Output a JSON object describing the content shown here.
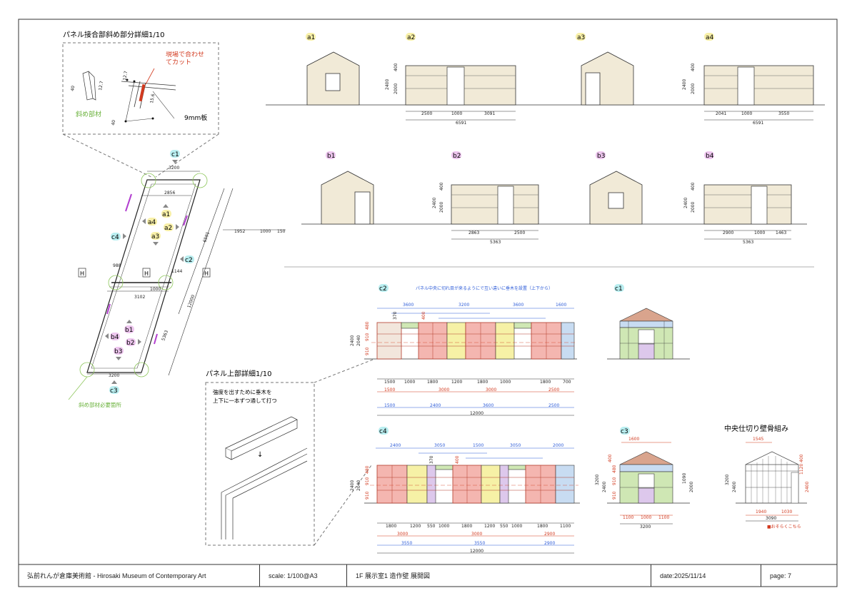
{
  "sheet": {
    "detail_top_title": "パネル接合部斜め部分詳細1/10",
    "detail_top_cut_note": "現場で合わせてカット",
    "detail_top_board": "9mm板",
    "detail_top_diag": "斜め部材",
    "detail_top_dims": [
      "12.7",
      "40",
      "12.7",
      "15.6",
      "40"
    ],
    "detail_bottom_title": "パネル上部詳細1/10",
    "detail_bottom_note1": "強度を出すために垂木を",
    "detail_bottom_note2": "上下に一本ずつ通して打つ",
    "plan_note": "斜め部材必要箇所",
    "center_title": "中央仕切り壁骨組み",
    "center_note": "■おそらくこちら",
    "c2_note": "パネル中央に切れ目が来るようにで互い違いに垂木を設置（上下から）"
  },
  "views": {
    "a1": "a1",
    "a2": "a2",
    "a3": "a3",
    "a4": "a4",
    "b1": "b1",
    "b2": "b2",
    "b3": "b3",
    "b4": "b4",
    "c1": "c1",
    "c2": "c2",
    "c3": "c3",
    "c4": "c4"
  },
  "plan": {
    "dims": [
      "3200",
      "2856",
      "6591",
      "1952",
      "1000",
      "150",
      "988",
      "1144",
      "1000",
      "3102",
      "12000",
      "5363",
      "3200"
    ]
  },
  "elevations": {
    "a2": {
      "h": [
        "2400",
        "2000",
        "400"
      ],
      "w": [
        "2500",
        "1000",
        "3091"
      ],
      "total": "6591"
    },
    "a4": {
      "h": [
        "2400",
        "2000",
        "400"
      ],
      "w": [
        "2041",
        "1000",
        "3550"
      ],
      "total": "6591"
    },
    "b2": {
      "h": [
        "2400",
        "2000",
        "400"
      ],
      "w": [
        "2863",
        "2500"
      ],
      "total": "5363"
    },
    "b4": {
      "h": [
        "2400",
        "2000",
        "400"
      ],
      "w": [
        "2900",
        "1000",
        "1463"
      ],
      "total": "5363"
    }
  },
  "c2_dims": {
    "top": [
      "3600",
      "3200",
      "3600",
      "1600"
    ],
    "row1": [
      "1500",
      "1000",
      "1800",
      "1200",
      "1800",
      "1000",
      "1800",
      "700"
    ],
    "row2": [
      "1500",
      "3000",
      "3000",
      "2500"
    ],
    "row3": [
      "1500",
      "2400",
      "3600",
      "2500"
    ],
    "total": "12000",
    "h": [
      "2400",
      "2040",
      "480",
      "910",
      "910",
      "370",
      "400"
    ]
  },
  "c4_dims": {
    "top": [
      "2400",
      "3050",
      "1500",
      "3050",
      "2000"
    ],
    "row1": [
      "1800",
      "1200",
      "550",
      "1000",
      "1800",
      "1200",
      "550",
      "1000",
      "1800",
      "1100"
    ],
    "row2": [
      "3000",
      "3000",
      "2900"
    ],
    "row3": [
      "3550",
      "3550",
      "2900"
    ],
    "total": "12000",
    "h": [
      "2400",
      "2040",
      "480",
      "910",
      "910",
      "370",
      "400"
    ]
  },
  "c3_dims": {
    "top": "1600",
    "bottom": [
      "1100",
      "1000",
      "1100"
    ],
    "total": "3200",
    "h": [
      "3200",
      "2400",
      "400",
      "480",
      "910",
      "910",
      "1090",
      "2000"
    ]
  },
  "center_dims": {
    "top": "1545",
    "bottom": [
      "1940",
      "1030"
    ],
    "total": "3090",
    "h": [
      "3200",
      "2400",
      "400",
      "1120"
    ]
  },
  "footer": {
    "museum": "弘前れんが倉庫美術館 - Hirosaki Museum of Contemporary Art",
    "scale": "scale: 1/100@A3",
    "title": "1F 展示室1 造作壁 展開図",
    "date": "date:2025/11/14",
    "page": "page: 7"
  },
  "colors": {
    "panel": "#f1ead7",
    "red": "#f4b6b0",
    "yellow": "#f6f1a6",
    "purple": "#ddc8ec",
    "blue": "#c8dcf2",
    "green": "#cfe7b4",
    "brown": "#d9a48d",
    "tag_yellow": "#f8f0a8",
    "tag_pink": "#eec6ef",
    "tag_cyan": "#b9eef0",
    "dim_red": "#d23a1f",
    "dim_blue": "#2c5bd8",
    "note_green": "#69b13a"
  }
}
